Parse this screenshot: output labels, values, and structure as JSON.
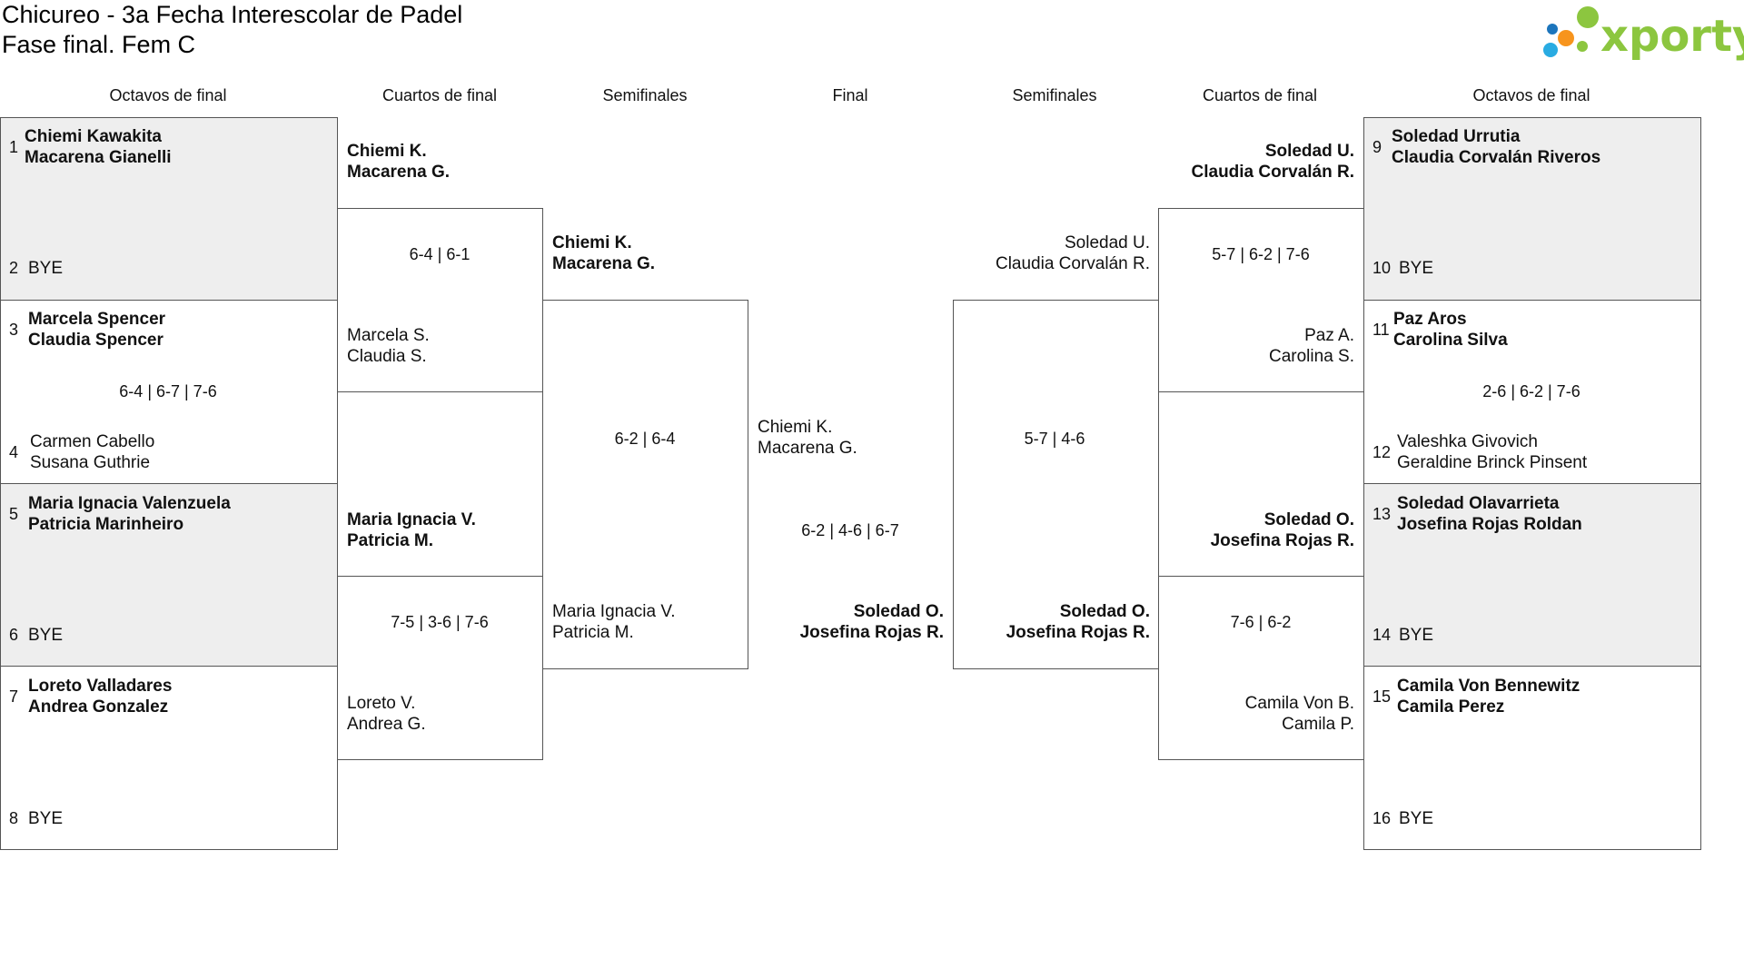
{
  "title": {
    "line1": "Chicureo - 3a Fecha Interescolar de Padel",
    "line2": "Fase final. Fem C"
  },
  "logo": {
    "text": "xporty"
  },
  "rounds": {
    "left_octavos": "Octavos de final",
    "left_cuartos": "Cuartos de final",
    "left_semis": "Semifinales",
    "final": "Final",
    "right_semis": "Semifinales",
    "right_cuartos": "Cuartos de final",
    "right_octavos": "Octavos de final"
  },
  "octavos_left": [
    {
      "seedA": "1",
      "a1": "Chiemi Kawakita",
      "a2": "Macarena Gianelli",
      "seedB": "2",
      "b1": "BYE",
      "b2": "",
      "score": ""
    },
    {
      "seedA": "3",
      "a1": "Marcela Spencer",
      "a2": "Claudia Spencer",
      "seedB": "4",
      "b1": "Carmen Cabello",
      "b2": "Susana Guthrie",
      "score": "6-4 | 6-7 | 7-6"
    },
    {
      "seedA": "5",
      "a1": "Maria Ignacia Valenzuela",
      "a2": "Patricia Marinheiro",
      "seedB": "6",
      "b1": "BYE",
      "b2": "",
      "score": ""
    },
    {
      "seedA": "7",
      "a1": "Loreto Valladares",
      "a2": "Andrea Gonzalez",
      "seedB": "8",
      "b1": "BYE",
      "b2": "",
      "score": ""
    }
  ],
  "octavos_right": [
    {
      "seedA": "9",
      "a1": "Soledad Urrutia",
      "a2": "Claudia Corvalán Riveros",
      "seedB": "10",
      "b1": "BYE",
      "b2": "",
      "score": ""
    },
    {
      "seedA": "11",
      "a1": "Paz Aros",
      "a2": "Carolina Silva",
      "seedB": "12",
      "b1": "Valeshka Givovich",
      "b2": "Geraldine Brinck Pinsent",
      "score": "2-6 | 6-2 | 7-6"
    },
    {
      "seedA": "13",
      "a1": "Soledad Olavarrieta",
      "a2": "Josefina Rojas Roldan",
      "seedB": "14",
      "b1": "BYE",
      "b2": "",
      "score": ""
    },
    {
      "seedA": "15",
      "a1": "Camila Von Bennewitz",
      "a2": "Camila Perez",
      "seedB": "16",
      "b1": "BYE",
      "b2": "",
      "score": ""
    }
  ],
  "cuartos_left": [
    {
      "a1": "Chiemi K.",
      "a2": "Macarena G.",
      "b1": "Marcela S.",
      "b2": "Claudia S.",
      "score": "6-4 | 6-1"
    },
    {
      "a1": "Maria Ignacia V.",
      "a2": "Patricia M.",
      "b1": "Loreto V.",
      "b2": "Andrea G.",
      "score": "7-5 | 3-6 | 7-6"
    }
  ],
  "cuartos_right": [
    {
      "a1": "Soledad U.",
      "a2": "Claudia Corvalán R.",
      "b1": "Paz A.",
      "b2": "Carolina S.",
      "score": "5-7 | 6-2 | 7-6"
    },
    {
      "a1": "Soledad O.",
      "a2": "Josefina Rojas R.",
      "b1": "Camila Von B.",
      "b2": "Camila P.",
      "score": "7-6 | 6-2"
    }
  ],
  "semi_left": {
    "a1": "Chiemi K.",
    "a2": "Macarena G.",
    "b1": "Maria Ignacia V.",
    "b2": "Patricia M.",
    "score": "6-2 | 6-4"
  },
  "semi_right": {
    "a1": "Soledad U.",
    "a2": "Claudia Corvalán R.",
    "b1": "Soledad O.",
    "b2": "Josefina Rojas R.",
    "score": "5-7 | 4-6"
  },
  "final": {
    "a1": "Chiemi K.",
    "a2": "Macarena G.",
    "b1": "Soledad O.",
    "b2": "Josefina Rojas R.",
    "score": "6-2 | 4-6 | 6-7"
  }
}
